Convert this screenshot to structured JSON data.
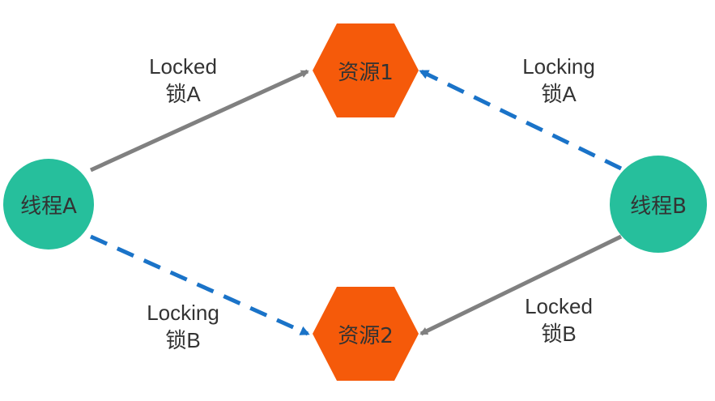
{
  "colors": {
    "thread": "#26BF9C",
    "resource": "#F55A0A",
    "locked_edge": "#808080",
    "locking_edge": "#1A73C8",
    "text": "#333333"
  },
  "nodes": {
    "thread_a": "线程A",
    "thread_b": "线程B",
    "resource_1": "资源1",
    "resource_2": "资源2"
  },
  "edges": [
    {
      "from": "线程A",
      "to": "资源1",
      "status": "Locked",
      "lock": "锁A",
      "style": "solid"
    },
    {
      "from": "线程B",
      "to": "资源1",
      "status": "Locking",
      "lock": "锁A",
      "style": "dashed"
    },
    {
      "from": "线程A",
      "to": "资源2",
      "status": "Locking",
      "lock": "锁B",
      "style": "dashed"
    },
    {
      "from": "线程B",
      "to": "资源2",
      "status": "Locked",
      "lock": "锁B",
      "style": "solid"
    }
  ]
}
